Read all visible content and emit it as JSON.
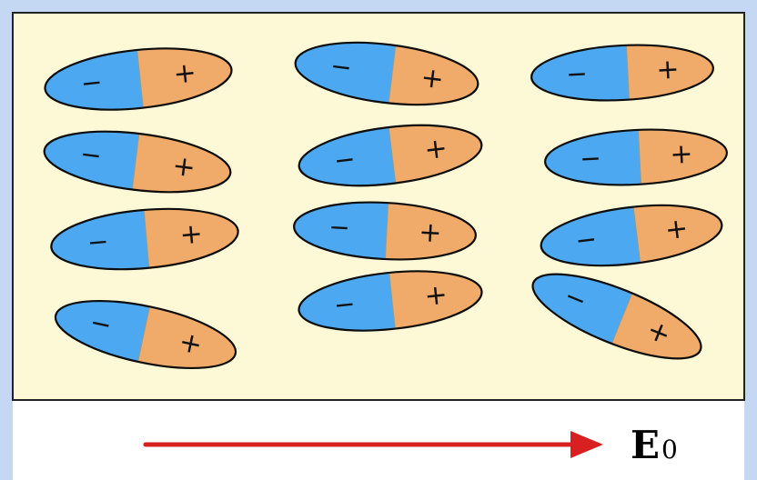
{
  "colors": {
    "page_background": "#c4d8f4",
    "panel_background": "#fdf8d6",
    "negative_half": "#4ca8f0",
    "positive_half": "#f0aa6a",
    "outline": "#0c0c0c",
    "arrow": "#d92020"
  },
  "molecule_signs": {
    "negative": "−",
    "positive": "+"
  },
  "molecule_count": 12,
  "field": {
    "symbol": "E",
    "subscript": "0",
    "direction": "right"
  }
}
